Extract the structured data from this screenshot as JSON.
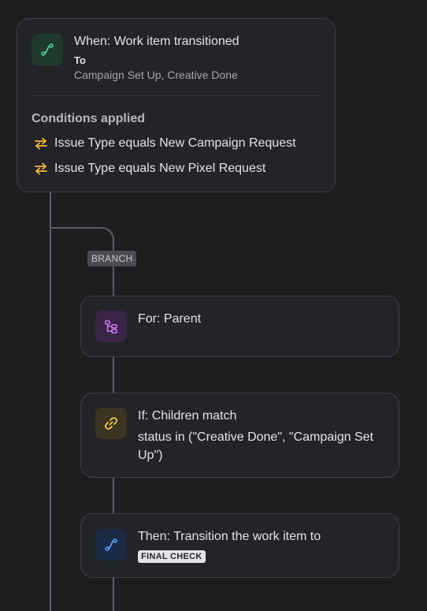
{
  "trigger": {
    "title": "When: Work item transitioned",
    "to_label": "To",
    "to_value": "Campaign Set Up, Creative Done",
    "icon": "transition-icon",
    "conditions_heading": "Conditions applied",
    "conditions": [
      "Issue Type equals New Campaign Request",
      "Issue Type equals New Pixel Request"
    ]
  },
  "branch": {
    "label": "BRANCH",
    "for_title": "For: Parent",
    "for_icon": "branch-tree-icon",
    "if_title": "If: Children match",
    "if_detail": "status in (\"Creative Done\", \"Campaign Set Up\")",
    "if_icon": "link-icon",
    "then_title": "Then: Transition the work item to",
    "then_status": "FINAL CHECK",
    "then_icon": "transition-icon"
  },
  "colors": {
    "trigger_icon_bg": "#1f3a2c",
    "trigger_icon_fg": "#4bce97",
    "branch_icon_bg": "#3a2447",
    "branch_icon_fg": "#c97cf4",
    "condition_icon_bg": "#3b3420",
    "condition_icon_fg": "#f5cd47",
    "action_icon_bg": "#1c2b44",
    "action_icon_fg": "#579dff",
    "swap_icon": "#f8b73b"
  }
}
